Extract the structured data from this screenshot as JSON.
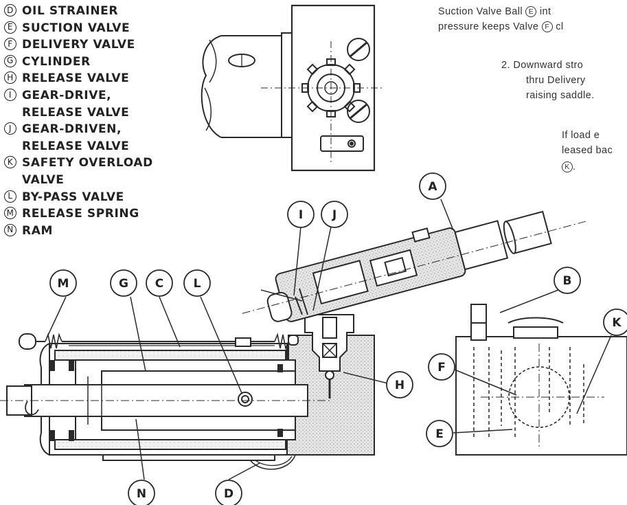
{
  "legend": [
    {
      "letter": "D",
      "text": "OIL STRAINER"
    },
    {
      "letter": "E",
      "text": "SUCTION VALVE"
    },
    {
      "letter": "F",
      "text": "DELIVERY VALVE"
    },
    {
      "letter": "G",
      "text": "CYLINDER"
    },
    {
      "letter": "H",
      "text": "RELEASE VALVE"
    },
    {
      "letter": "I",
      "text": "GEAR-DRIVE,\nRELEASE VALVE"
    },
    {
      "letter": "J",
      "text": "GEAR-DRIVEN,\nRELEASE VALVE"
    },
    {
      "letter": "K",
      "text": "SAFETY OVERLOAD\nVALVE"
    },
    {
      "letter": "L",
      "text": "BY-PASS VALVE"
    },
    {
      "letter": "M",
      "text": "RELEASE SPRING"
    },
    {
      "letter": "N",
      "text": "RAM"
    }
  ],
  "notes": {
    "line1_a": "Suction  Valve  Ball",
    "line1_letter": "E",
    "line1_b": "int",
    "line2_a": "pressure  keeps  Valve",
    "line2_letter": "F",
    "line2_b": "cl",
    "step2_line1": "2.  Downward  stro",
    "step2_line2": "thru  Delivery",
    "step2_line3": "raising saddle.",
    "load_line1": "If  load  e",
    "load_line2": "leased  bac",
    "load_letter": "K",
    "load_end": "."
  },
  "callouts": {
    "A": "A",
    "B": "B",
    "C": "C",
    "D": "D",
    "E": "E",
    "F": "F",
    "G": "G",
    "H": "H",
    "I": "I",
    "J": "J",
    "K": "K",
    "L": "L",
    "M": "M",
    "N": "N"
  }
}
